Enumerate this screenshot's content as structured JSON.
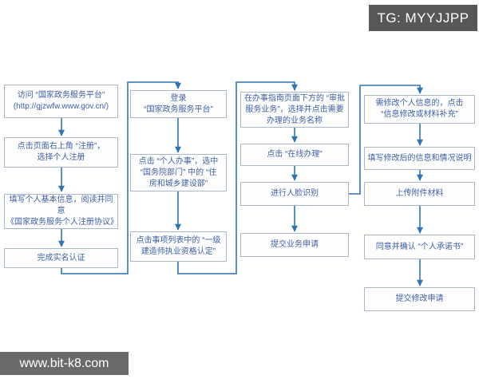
{
  "badge": {
    "label": "TG: MYYJJPP"
  },
  "footer": {
    "label": "www.bit-k8.com"
  },
  "colors": {
    "connector_line": "#2e74b5",
    "box_border": "#a9b6d0",
    "box_background": "#fdfdfe",
    "box_text": "#3e5fa5",
    "badge_background": "#575757",
    "footer_background": "#6a6a6a"
  },
  "flowchart": {
    "columns": [
      {
        "steps": [
          "访问 “国家政务服务平台”\n(http://gjzwfw.www.gov.cn/)",
          "点击页面右上角 “注册”，\n选择个人注册",
          "填写个人基本信息，阅读并同意\n《国家政务服务个人注册协议》",
          "完成实名认证"
        ]
      },
      {
        "steps": [
          "登录\n“国家政务服务平台”",
          "点击 “个人办事”，选中\n“国务院部门” 中的 “住\n房和城乡建设部”",
          "点击事项列表中的 “一级\n建造师执业资格认定”"
        ]
      },
      {
        "steps": [
          "在办事指南页面下方的 “审批\n服务业务”，选择并点击需要\n办理的业务名称",
          "点击 “在线办理”",
          "进行人脸识别",
          "提交业务申请"
        ]
      },
      {
        "steps": [
          "需修改个人信息的，点击\n“信息修改或材料补充”",
          "填写修改后的信息和情况说明",
          "上传附件材料",
          "同意并确认 “个人承诺书”",
          "提交修改申请"
        ]
      }
    ]
  }
}
